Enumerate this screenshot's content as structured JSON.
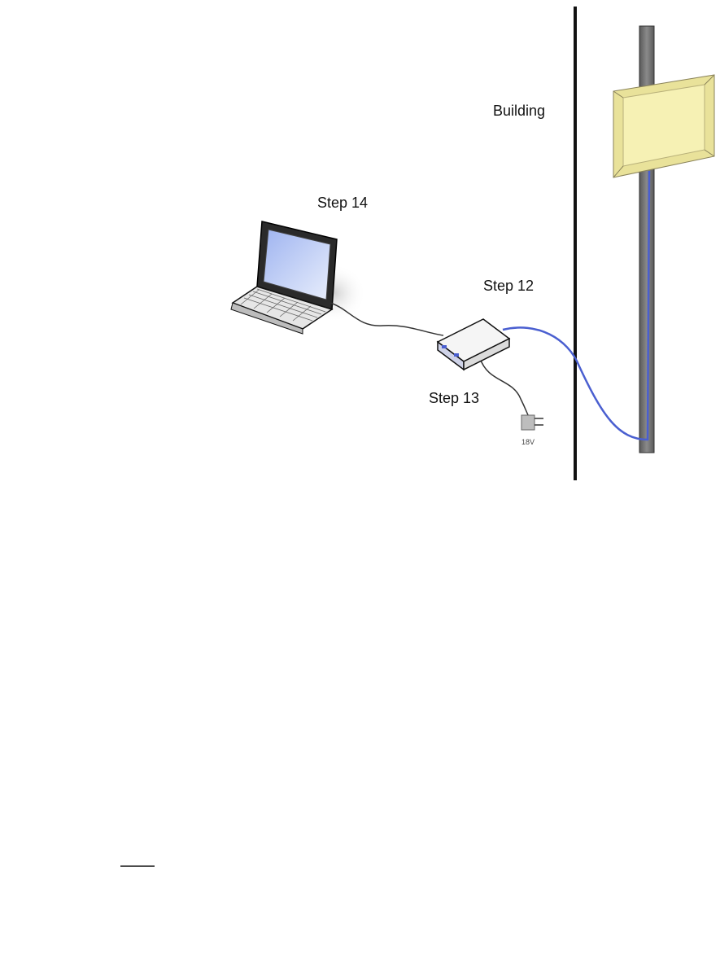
{
  "labels": {
    "building": "Building",
    "step_14": "Step 14",
    "step_12": "Step 12",
    "step_13": "Step 13",
    "voltage": "18V"
  },
  "colors": {
    "wall": "#111111",
    "pole": "#6e6e6e",
    "coax_cable": "#4a5fd0",
    "antenna_panel": "#f6f1b4",
    "ethernet_cable": "#333333"
  }
}
